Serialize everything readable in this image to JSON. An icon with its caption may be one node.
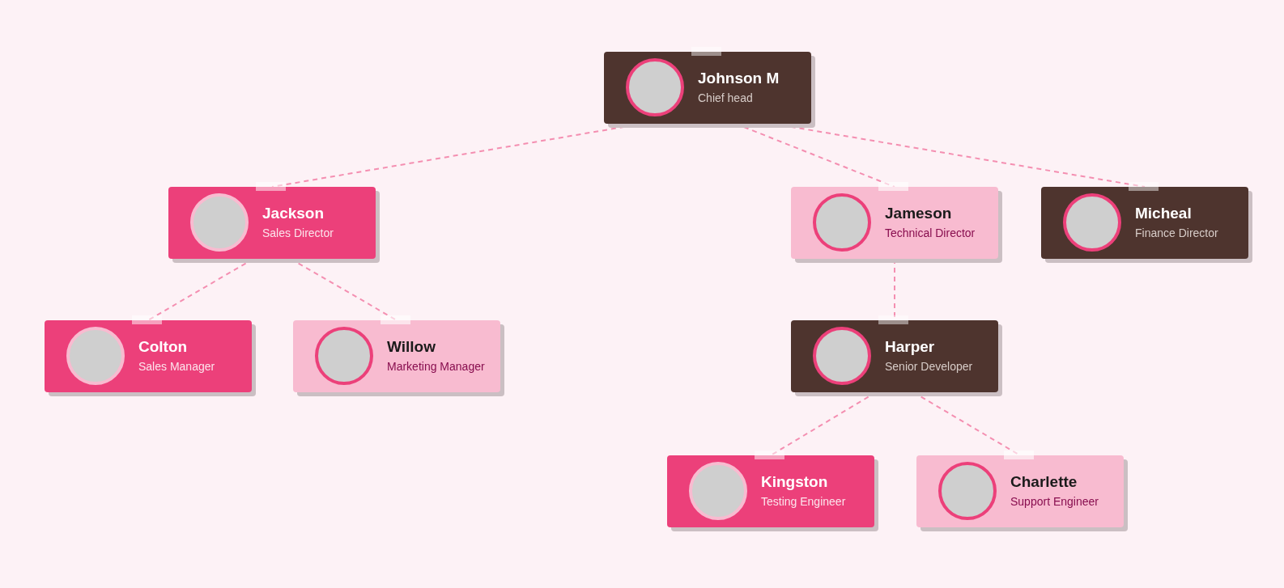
{
  "diagram": {
    "nodes": [
      {
        "text": [
          "Johnson M",
          "Chief head"
        ]
      },
      {
        "text": [
          "Jackson",
          "Sales Director"
        ]
      },
      {
        "text": [
          "Jameson",
          "Technical Director"
        ]
      },
      {
        "text": [
          "Micheal",
          "Finance Director"
        ]
      },
      {
        "text": [
          "Colton",
          "Sales Manager"
        ]
      },
      {
        "text": [
          "Willow",
          "Marketing Manager"
        ]
      },
      {
        "text": [
          "Harper",
          "Senior Developer"
        ]
      },
      {
        "text": [
          "Kingston",
          "Testing Engineer"
        ]
      },
      {
        "text": [
          "Charlette",
          "Support Engineer"
        ]
      }
    ],
    "edges": [
      {
        "from": 0,
        "to": 1,
        "arrow": "none",
        "style": "dashed"
      },
      {
        "from": 0,
        "to": 2,
        "arrow": "none",
        "style": "dashed"
      },
      {
        "from": 0,
        "to": 3,
        "arrow": "none",
        "style": "dashed"
      },
      {
        "from": 1,
        "to": 4,
        "arrow": "none",
        "style": "dashed"
      },
      {
        "from": 1,
        "to": 5,
        "arrow": "none",
        "style": "dashed"
      },
      {
        "from": 2,
        "to": 6,
        "arrow": "none",
        "style": "dashed"
      },
      {
        "from": 6,
        "to": 7,
        "arrow": "none",
        "style": "dashed"
      },
      {
        "from": 6,
        "to": 8,
        "arrow": "none",
        "style": "dashed"
      }
    ]
  }
}
